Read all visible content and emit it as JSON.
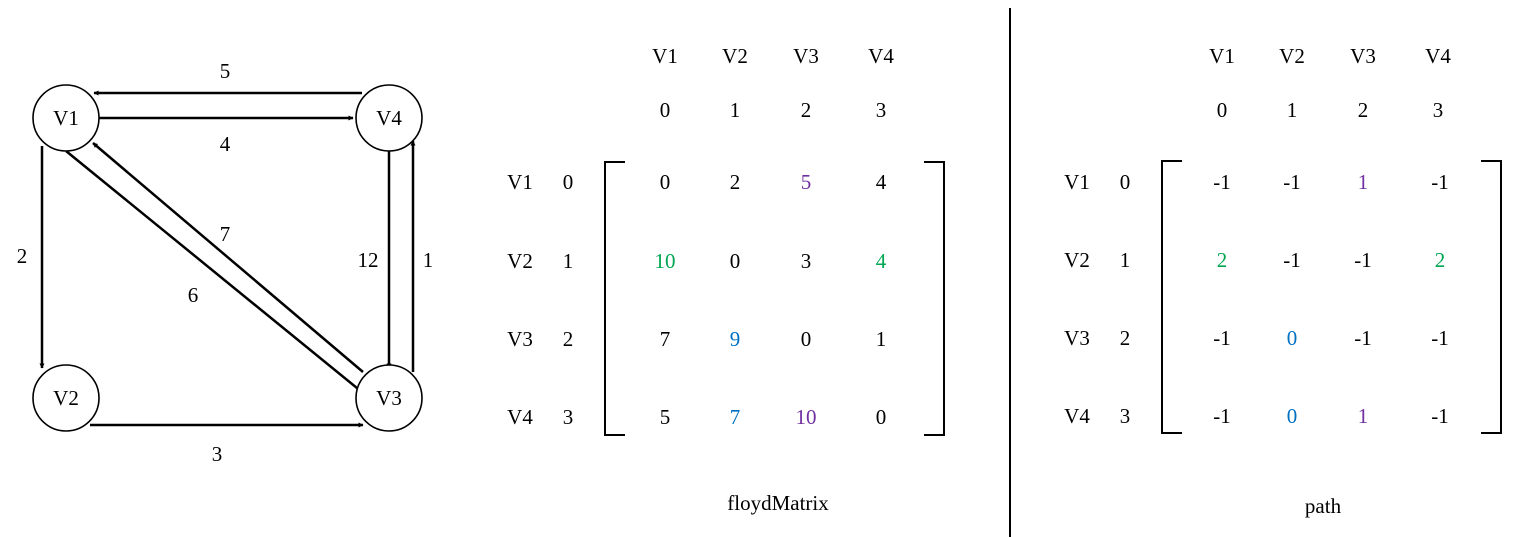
{
  "graph": {
    "nodes": [
      {
        "id": "V1",
        "label": "V1"
      },
      {
        "id": "V2",
        "label": "V2"
      },
      {
        "id": "V3",
        "label": "V3"
      },
      {
        "id": "V4",
        "label": "V4"
      }
    ],
    "edges": [
      {
        "from": "V4",
        "to": "V1",
        "weight": "5"
      },
      {
        "from": "V1",
        "to": "V4",
        "weight": "4"
      },
      {
        "from": "V1",
        "to": "V2",
        "weight": "2"
      },
      {
        "from": "V3",
        "to": "V1",
        "weight": "7"
      },
      {
        "from": "V1",
        "to": "V3",
        "weight": "6"
      },
      {
        "from": "V4",
        "to": "V3",
        "weight": "12"
      },
      {
        "from": "V3",
        "to": "V4",
        "weight": "1"
      },
      {
        "from": "V2",
        "to": "V3",
        "weight": "3"
      }
    ]
  },
  "colors": {
    "text": "#000000",
    "green": "#00a651",
    "blue": "#0070c0",
    "purple": "#7030a0"
  },
  "floydMatrix": {
    "caption": "floydMatrix",
    "col_labels": [
      "V1",
      "V2",
      "V3",
      "V4"
    ],
    "col_indices": [
      "0",
      "1",
      "2",
      "3"
    ],
    "row_labels": [
      "V1",
      "V2",
      "V3",
      "V4"
    ],
    "row_indices": [
      "0",
      "1",
      "2",
      "3"
    ],
    "cells": [
      [
        {
          "v": "0",
          "c": "text"
        },
        {
          "v": "2",
          "c": "text"
        },
        {
          "v": "5",
          "c": "purple"
        },
        {
          "v": "4",
          "c": "text"
        }
      ],
      [
        {
          "v": "10",
          "c": "green"
        },
        {
          "v": "0",
          "c": "text"
        },
        {
          "v": "3",
          "c": "text"
        },
        {
          "v": "4",
          "c": "green"
        }
      ],
      [
        {
          "v": "7",
          "c": "text"
        },
        {
          "v": "9",
          "c": "blue"
        },
        {
          "v": "0",
          "c": "text"
        },
        {
          "v": "1",
          "c": "text"
        }
      ],
      [
        {
          "v": "5",
          "c": "text"
        },
        {
          "v": "7",
          "c": "blue"
        },
        {
          "v": "10",
          "c": "purple"
        },
        {
          "v": "0",
          "c": "text"
        }
      ]
    ]
  },
  "pathMatrix": {
    "caption": "path",
    "col_labels": [
      "V1",
      "V2",
      "V3",
      "V4"
    ],
    "col_indices": [
      "0",
      "1",
      "2",
      "3"
    ],
    "row_labels": [
      "V1",
      "V2",
      "V3",
      "V4"
    ],
    "row_indices": [
      "0",
      "1",
      "2",
      "3"
    ],
    "cells": [
      [
        {
          "v": "-1",
          "c": "text"
        },
        {
          "v": "-1",
          "c": "text"
        },
        {
          "v": "1",
          "c": "purple"
        },
        {
          "v": "-1",
          "c": "text"
        }
      ],
      [
        {
          "v": "2",
          "c": "green"
        },
        {
          "v": "-1",
          "c": "text"
        },
        {
          "v": "-1",
          "c": "text"
        },
        {
          "v": "2",
          "c": "green"
        }
      ],
      [
        {
          "v": "-1",
          "c": "text"
        },
        {
          "v": "0",
          "c": "blue"
        },
        {
          "v": "-1",
          "c": "text"
        },
        {
          "v": "-1",
          "c": "text"
        }
      ],
      [
        {
          "v": "-1",
          "c": "text"
        },
        {
          "v": "0",
          "c": "blue"
        },
        {
          "v": "1",
          "c": "purple"
        },
        {
          "v": "-1",
          "c": "text"
        }
      ]
    ]
  }
}
